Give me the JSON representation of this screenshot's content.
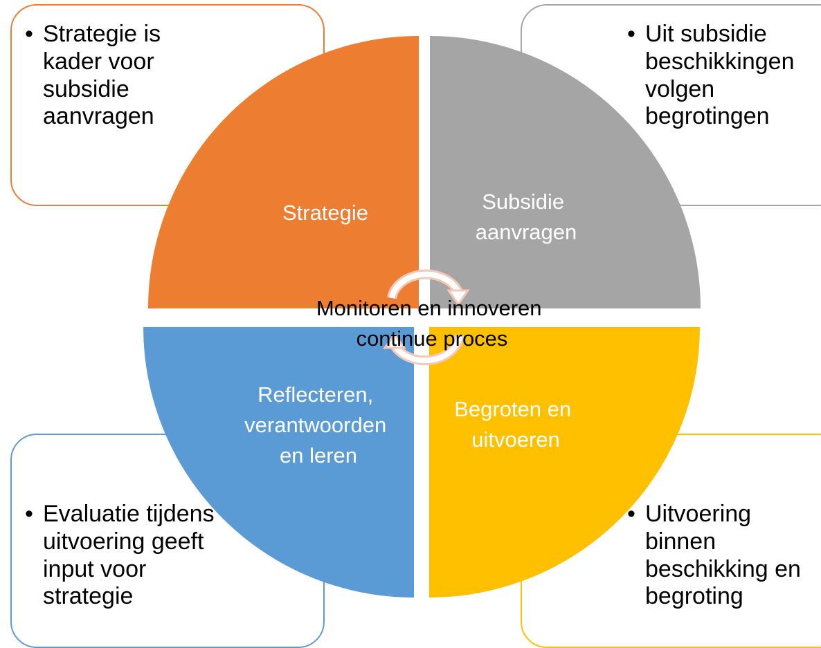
{
  "colors": {
    "strategie": "#ED7D31",
    "subsidie": "#A5A5A5",
    "reflecteren": "#5B9BD5",
    "begroten": "#FFC000",
    "cycle_arrow": "#F4C7B8"
  },
  "quadrants": {
    "top_left": {
      "label_lines": [
        "Strategie"
      ]
    },
    "top_right": {
      "label_lines": [
        "Subsidie",
        "aanvragen"
      ]
    },
    "bottom_left": {
      "label_lines": [
        "Reflecteren,",
        "verantwoorden",
        "en leren"
      ]
    },
    "bottom_right": {
      "label_lines": [
        "Begroten en",
        "uitvoeren"
      ]
    }
  },
  "center": {
    "line1": "Monitoren en innoveren",
    "line2": "continue proces",
    "icon": "circular-arrows-icon"
  },
  "boxes": {
    "top_left": {
      "bullet": "•",
      "lines": [
        "Strategie is",
        "kader voor",
        "subsidie",
        "aanvragen"
      ]
    },
    "top_right": {
      "bullet": "•",
      "lines": [
        "Uit subsidie",
        "beschikkingen",
        "volgen",
        "begrotingen"
      ]
    },
    "bottom_left": {
      "bullet": "•",
      "lines": [
        "Evaluatie tijdens",
        "uitvoering geeft",
        "input voor",
        "strategie"
      ]
    },
    "bottom_right": {
      "bullet": "•",
      "lines": [
        "Uitvoering",
        "binnen",
        "beschikking en",
        "begroting"
      ]
    }
  }
}
